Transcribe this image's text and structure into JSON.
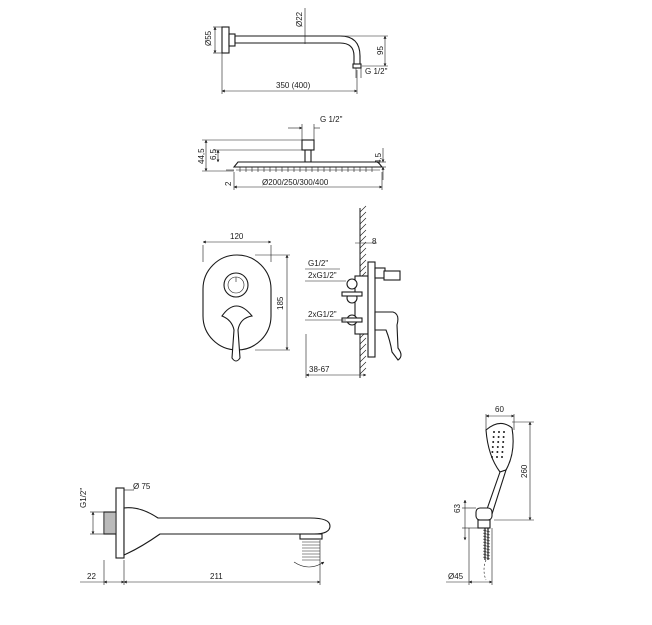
{
  "shower_arm": {
    "flange_diameter": "Ø55",
    "pipe_diameter": "Ø22",
    "length": "350 (400)",
    "drop": "95",
    "thread": "G 1/2\""
  },
  "head": {
    "thread": "G 1/2\"",
    "total_height": "44,5",
    "body_height": "6,5",
    "edge_height": "4,5",
    "rim": "2",
    "diameter": "Ø200/250/300/400"
  },
  "mixer": {
    "plate_width": "120",
    "plate_height": "185",
    "wall_depth": "8",
    "port_1": "G1/2\"",
    "port_2": "2xG1/2\"",
    "port_3": "2xG1/2\"",
    "install_depth": "38-67"
  },
  "spout": {
    "thread": "G1/2\"",
    "flange_diameter": "Ø 75",
    "wall_offset": "22",
    "length": "211"
  },
  "hand_shower": {
    "width": "60",
    "length": "260",
    "holder_height": "63",
    "hose_diameter": "Ø45"
  }
}
